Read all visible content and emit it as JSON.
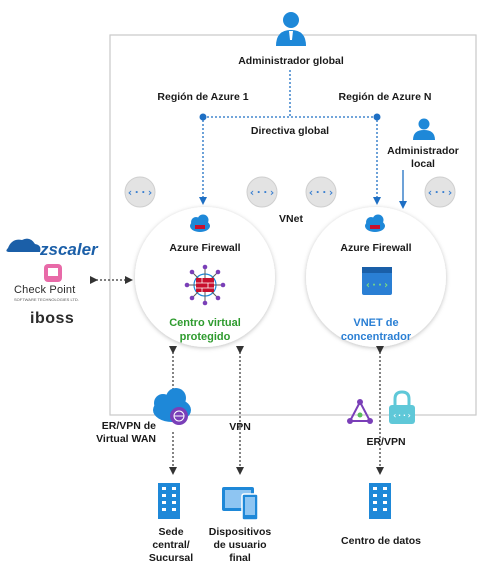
{
  "labels": {
    "admin_global": "Administrador global",
    "region_1": "Región de Azure 1",
    "region_n": "Región de Azure N",
    "policy": "Directiva global",
    "admin_local_1": "Administrador",
    "admin_local_2": "local",
    "vnet": "VNet",
    "firewall_left": "Azure Firewall",
    "firewall_right": "Azure Firewall",
    "hub_left_1": "Centro virtual",
    "hub_left_2": "protegido",
    "hub_right_1": "VNET de",
    "hub_right_2": "concentrador",
    "er_vwan_1": "ER/VPN de",
    "er_vwan_2": "Virtual WAN",
    "vpn": "VPN",
    "er_vpn": "ER/VPN",
    "hq_1": "Sede",
    "hq_2": "central/",
    "hq_3": "Sucursal",
    "devices_1": "Dispositivos",
    "devices_2": "de usuario",
    "devices_3": "final",
    "datacenter": "Centro de datos"
  },
  "partners": {
    "zscaler": "zscaler",
    "checkpoint": "Check Point",
    "checkpoint_sub": "SOFTWARE TECHNOLOGIES LTD.",
    "iboss": "iboss"
  },
  "colors": {
    "azure_blue": "#1e88d8",
    "hub_green": "#2e9b2e",
    "hub_blue": "#2a7fd4",
    "firewall_red": "#c8102e",
    "vpn_purple": "#7a3fb8"
  }
}
